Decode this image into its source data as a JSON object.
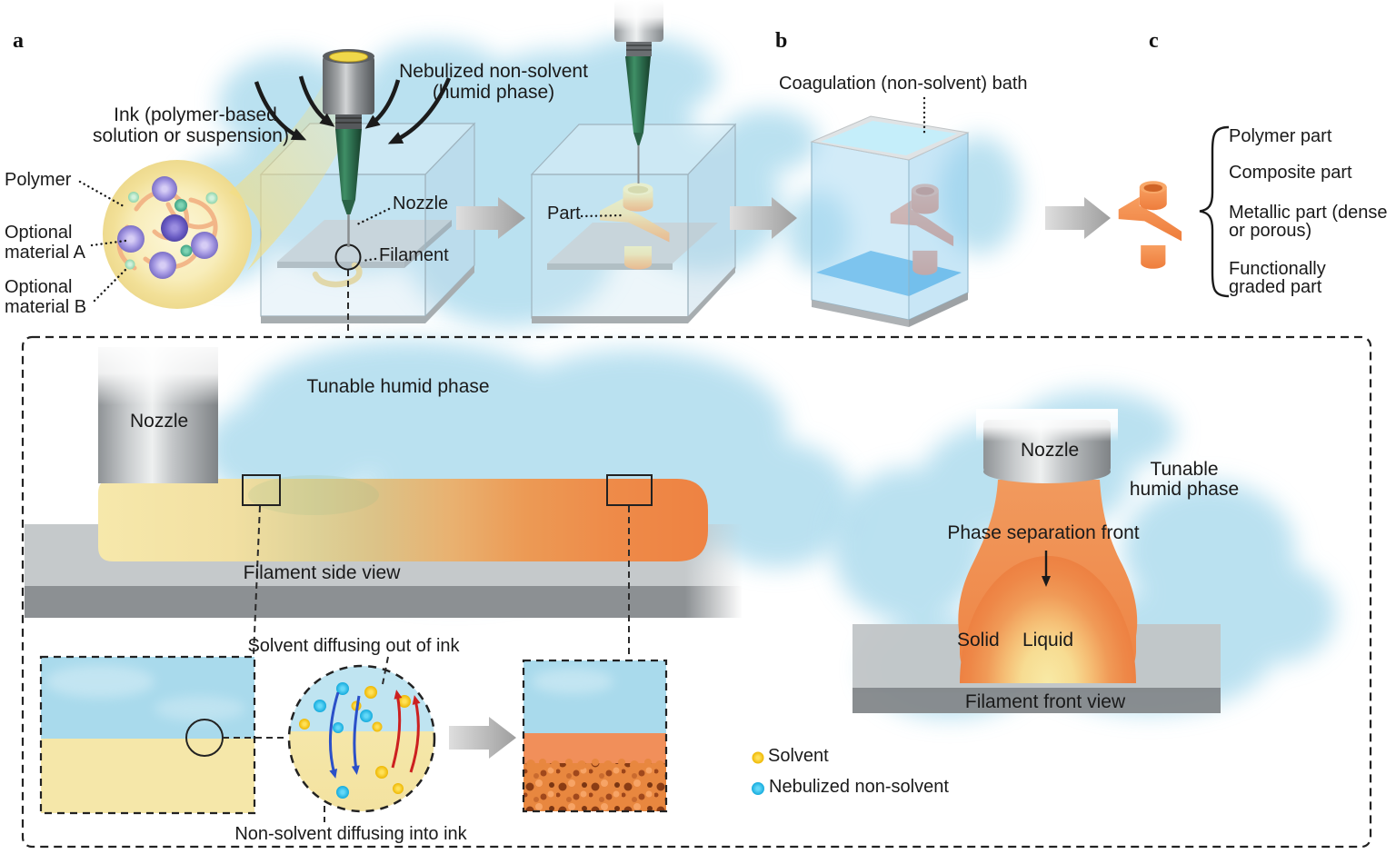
{
  "panel_a": {
    "label": "a",
    "ink_line1": "Ink (polymer-based",
    "ink_line2": "solution or suspension)",
    "polymer": "Polymer",
    "optional_a_line1": "Optional",
    "optional_a_line2": "material A",
    "optional_b_line1": "Optional",
    "optional_b_line2": "material B",
    "nebulized_line1": "Nebulized non-solvent",
    "nebulized_line2": "(humid phase)",
    "nozzle": "Nozzle",
    "filament": "Filament",
    "part": "Part"
  },
  "panel_b": {
    "label": "b",
    "bath": "Coagulation (non-solvent) bath"
  },
  "panel_c": {
    "label": "c",
    "item1": "Polymer part",
    "item2": "Composite part",
    "item3_line1": "Metallic part (dense",
    "item3_line2": "or porous)",
    "item4_line1": "Functionally",
    "item4_line2": "graded part"
  },
  "detail": {
    "nozzle_side": "Nozzle",
    "tunable_side": "Tunable humid phase",
    "filament_side_view": "Filament side view",
    "solvent_out": "Solvent diffusing out of ink",
    "nonsolvent_in": "Non-solvent diffusing into ink",
    "legend": {
      "solvent": "Solvent",
      "nebulized": "Nebulized non-solvent",
      "solvent_color": "#f2bd0e",
      "nebulized_color": "#2bc0ee"
    },
    "front": {
      "nozzle": "Nozzle",
      "tunable_line1": "Tunable",
      "tunable_line2": "humid phase",
      "phase_front": "Phase separation front",
      "solid": "Solid",
      "liquid": "Liquid",
      "filament_front_view": "Filament front view"
    }
  },
  "colors": {
    "humid_cloud": "#aedcee",
    "ink_yellow": "#f5e7a9",
    "filament_orange": "#ee8443",
    "bath_blue": "#55b0ea",
    "diffusion_out_red": "#cc2020",
    "diffusion_in_blue": "#2b50c8",
    "syringe_green": "#2e6b4d"
  }
}
